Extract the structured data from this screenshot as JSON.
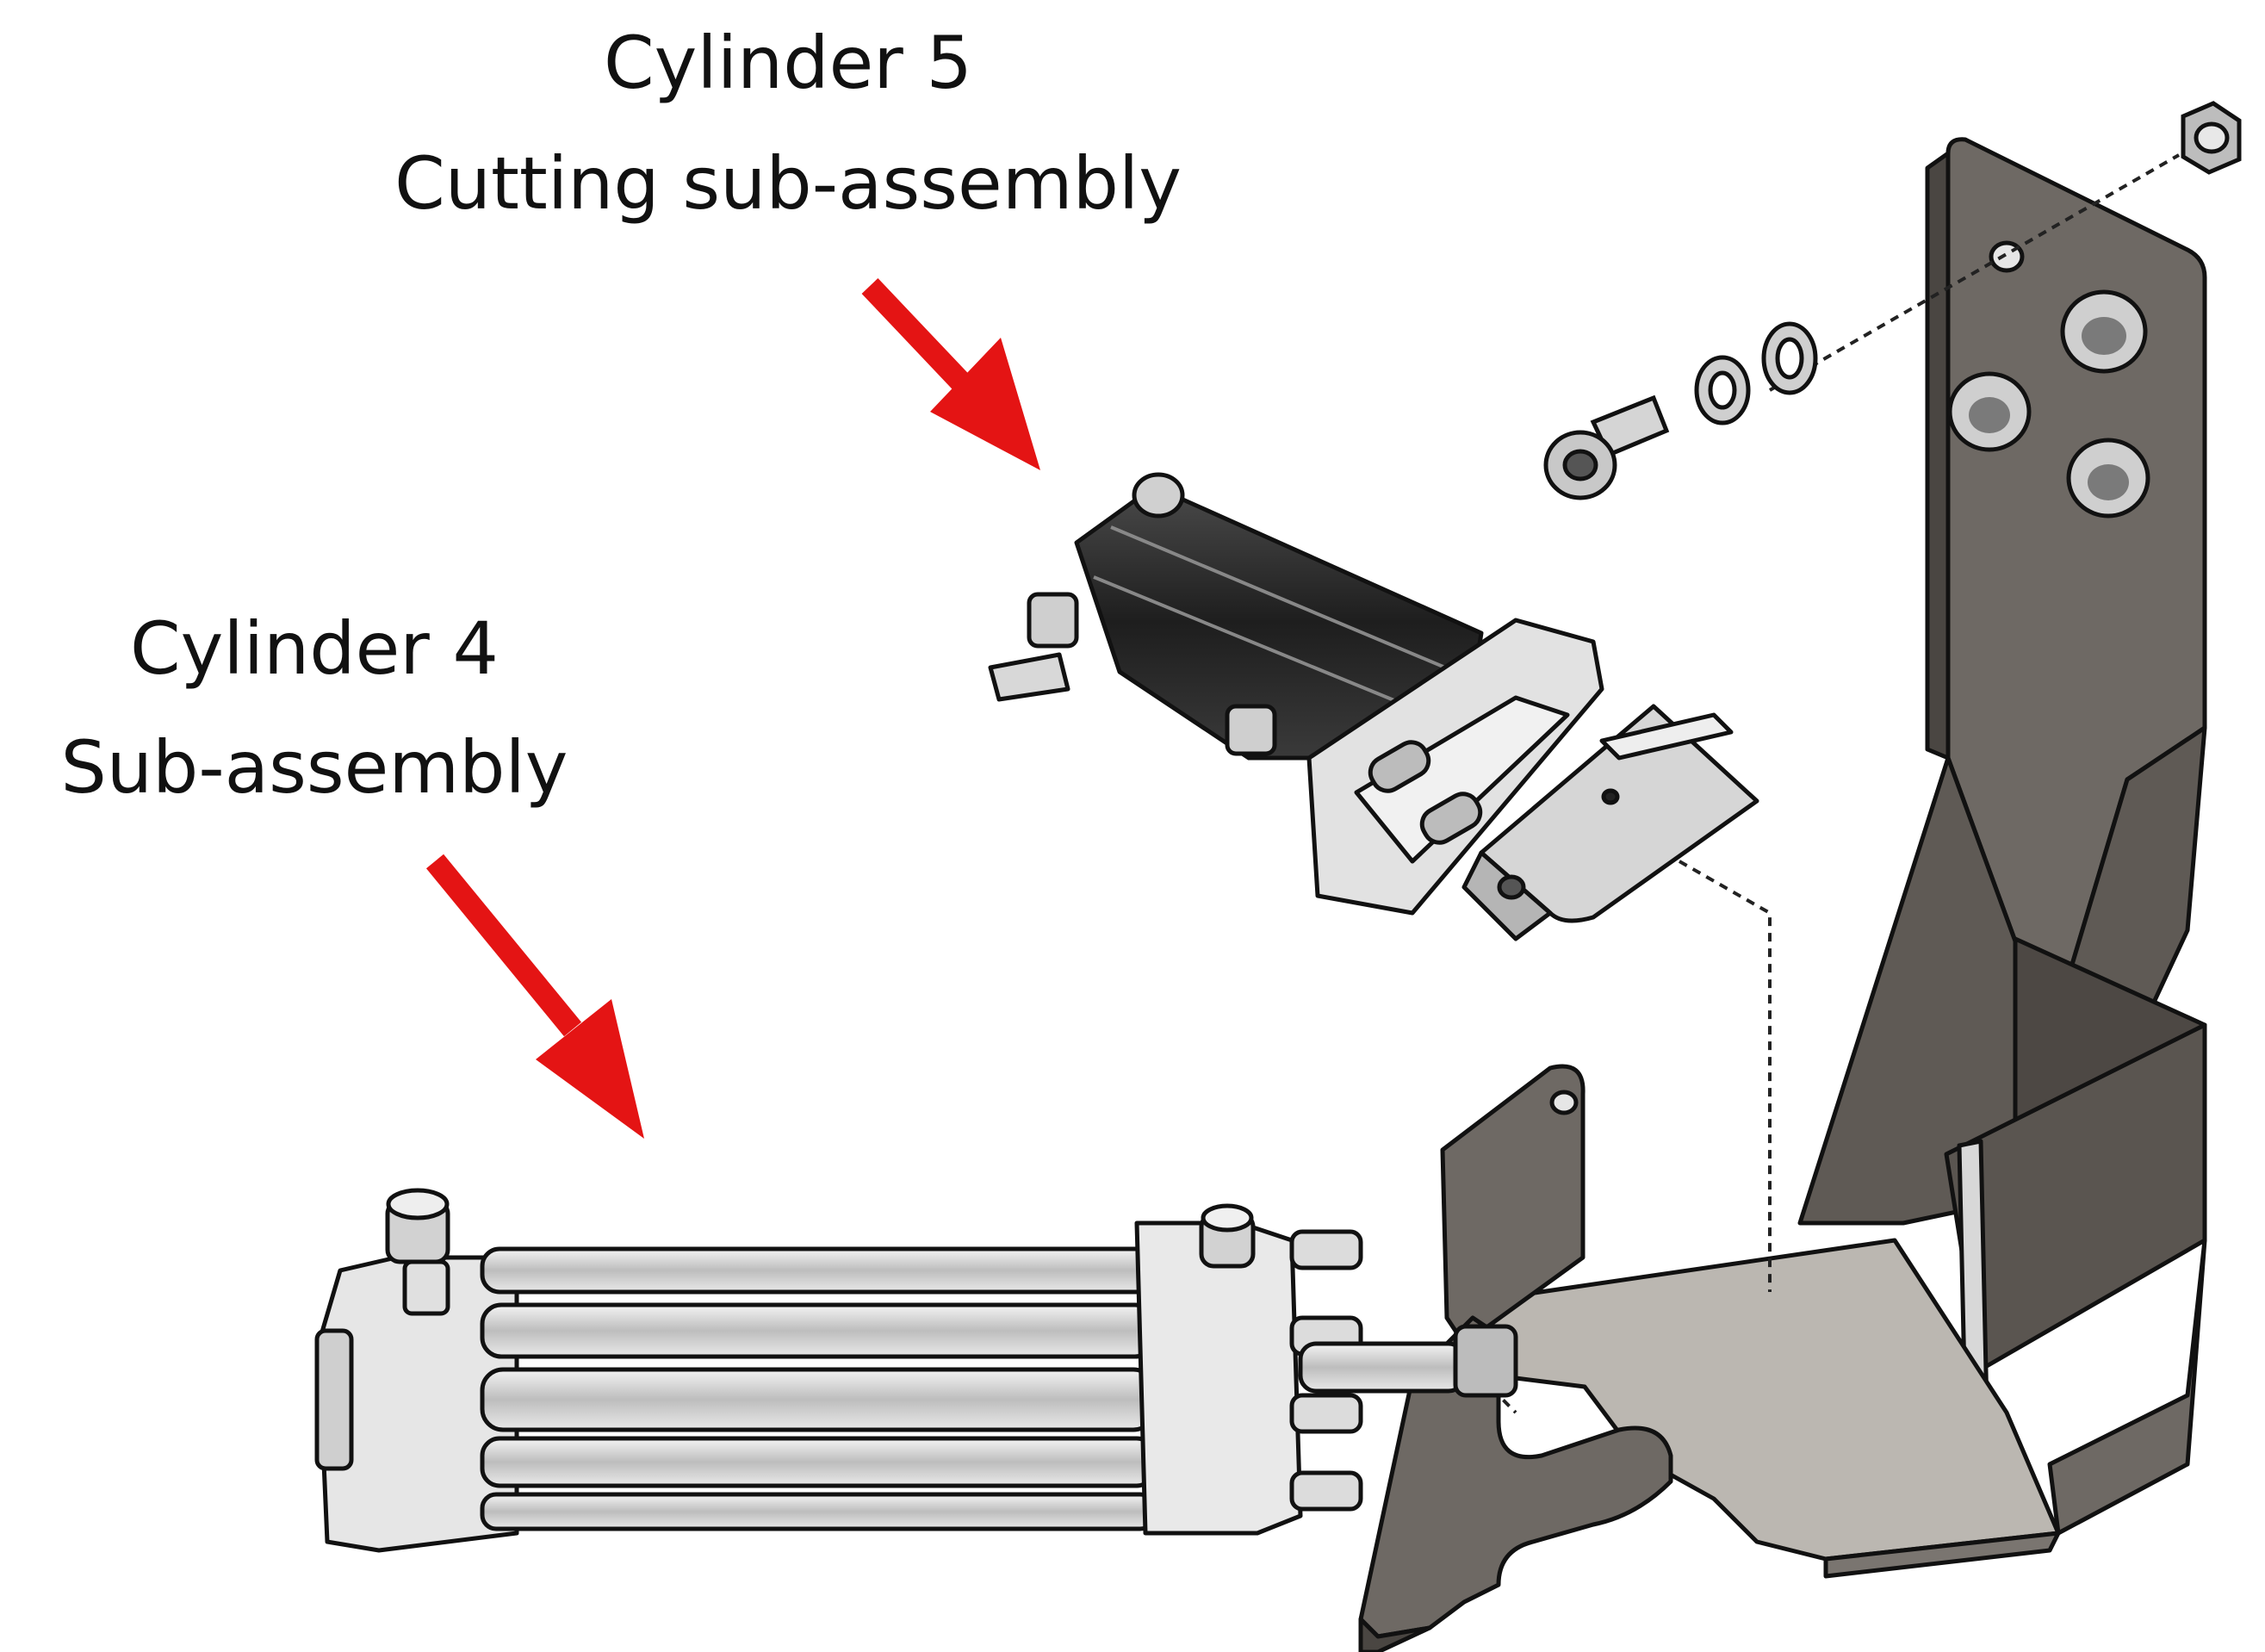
{
  "labels": {
    "cylinder5": {
      "line1": "Cylinder 5",
      "line2": "Cutting sub-assembly"
    },
    "cylinder4": {
      "line1": "Cylinder 4",
      "line2": "Sub-assembly"
    }
  },
  "colors": {
    "arrow": "#e41414",
    "bracket_dark": "#5a5550",
    "bracket_mid": "#6e6964",
    "bracket_light": "#b9b6b1",
    "cylinder5_body": "#2b2b2b",
    "metal_light": "#d9d9d9",
    "outline": "#111111"
  }
}
